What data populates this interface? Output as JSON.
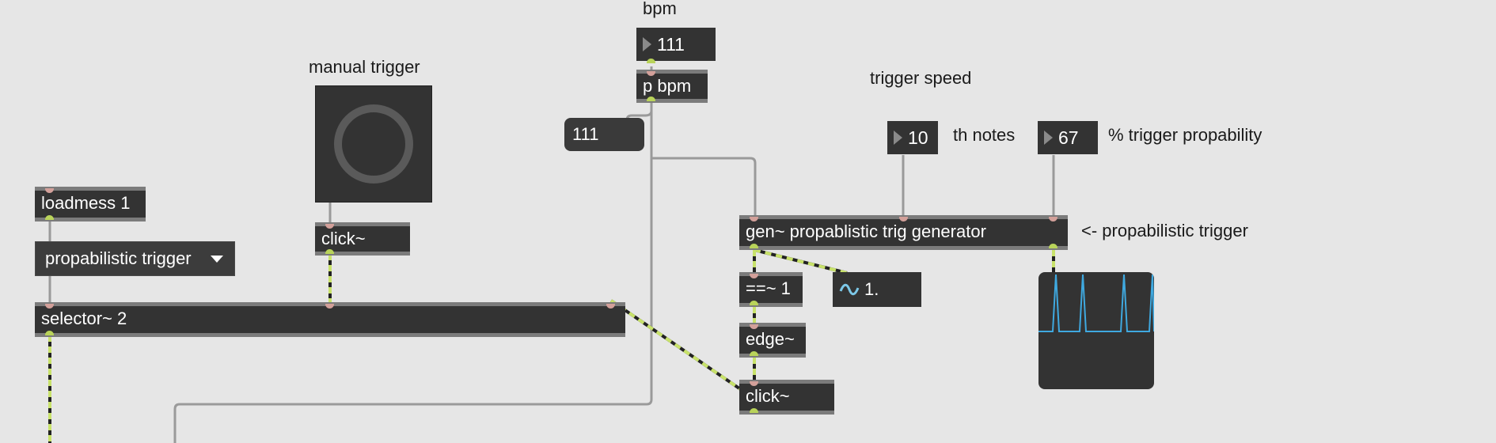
{
  "window": {
    "background": "#e6e6e6"
  },
  "comments": {
    "bpm": "bpm",
    "manual_trigger": "manual trigger",
    "trigger_speed": "trigger speed",
    "th_notes": "th notes",
    "trigger_prob": "% trigger propability",
    "prob_trigger_note": "<- propabilistic trigger"
  },
  "numboxes": {
    "bpm_value": "111",
    "speed_value": "10",
    "prob_value": "67"
  },
  "message": {
    "bpm_display": "111"
  },
  "objects": {
    "p_bpm": "p bpm",
    "loadmess": "loadmess 1",
    "click_manual": "click~",
    "selector": "selector~ 2",
    "gen": "gen~ propablistic trig generator",
    "eq": "==~ 1",
    "edge": "edge~",
    "click_out": "click~"
  },
  "umenu": {
    "selected": "propabilistic trigger"
  },
  "signal_number": {
    "value": "1."
  },
  "colors": {
    "object_bg": "#333333",
    "cord_signal": "#b9d35a",
    "cord_control": "#9a9a9a",
    "scope_line": "#3fa9e0"
  },
  "icons": {
    "numbox_arrow": "triangle-right-icon",
    "signal_wave": "tilde-wave-icon",
    "menu_caret": "chevron-down-icon",
    "button_ring": "circle-ring-icon"
  }
}
